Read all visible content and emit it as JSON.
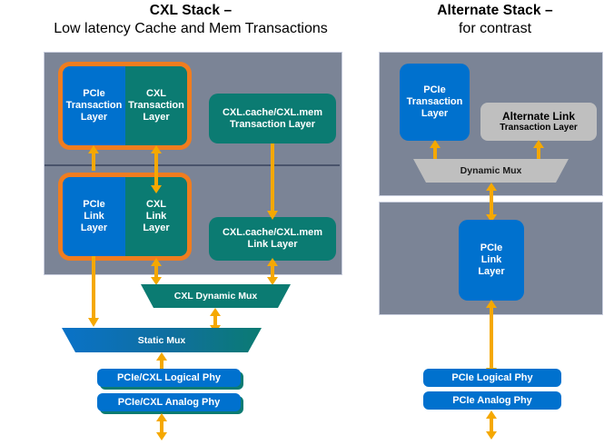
{
  "diagram": {
    "title": "CXL Stack and Alternate Stack protocol layering comparison",
    "colors": {
      "panel_gray": "#7b8496",
      "blue": "#0071ce",
      "teal": "#0b7b72",
      "light_gray_box": "#bfbfbf",
      "orange_highlight": "#f07d1f",
      "arrow_yellow": "#f5a800",
      "text_white": "#ffffff",
      "text_black": "#000000"
    }
  },
  "left": {
    "heading_line1": "CXL Stack –",
    "heading_line2": "Low latency Cache and Mem Transactions",
    "transaction_row": {
      "pcie": {
        "l1": "PCIe",
        "l2": "Transaction",
        "l3": "Layer"
      },
      "cxl": {
        "l1": "CXL",
        "l2": "Transaction",
        "l3": "Layer"
      },
      "cachemem": {
        "l1": "CXL.cache/CXL.mem",
        "l2": "Transaction Layer"
      }
    },
    "link_row": {
      "pcie": {
        "l1": "PCIe",
        "l2": "Link",
        "l3": "Layer"
      },
      "cxl": {
        "l1": "CXL",
        "l2": "Link",
        "l3": "Layer"
      },
      "cachemem": {
        "l1": "CXL.cache/CXL.mem",
        "l2": "Link Layer"
      }
    },
    "dynamic_mux": "CXL Dynamic Mux",
    "static_mux": "Static Mux",
    "logical_phy": "PCIe/CXL Logical Phy",
    "analog_phy": "PCIe/CXL Analog Phy"
  },
  "right": {
    "heading_line1": "Alternate Stack –",
    "heading_line2": "for contrast",
    "transaction_row": {
      "pcie": {
        "l1": "PCIe",
        "l2": "Transaction",
        "l3": "Layer"
      },
      "alternate": {
        "l1": "Alternate Link",
        "l2": "Transaction Layer"
      }
    },
    "dynamic_mux": "Dynamic Mux",
    "link_row": {
      "pcie": {
        "l1": "PCIe",
        "l2": "Link",
        "l3": "Layer"
      }
    },
    "logical_phy": "PCIe Logical Phy",
    "analog_phy": "PCIe Analog Phy"
  }
}
